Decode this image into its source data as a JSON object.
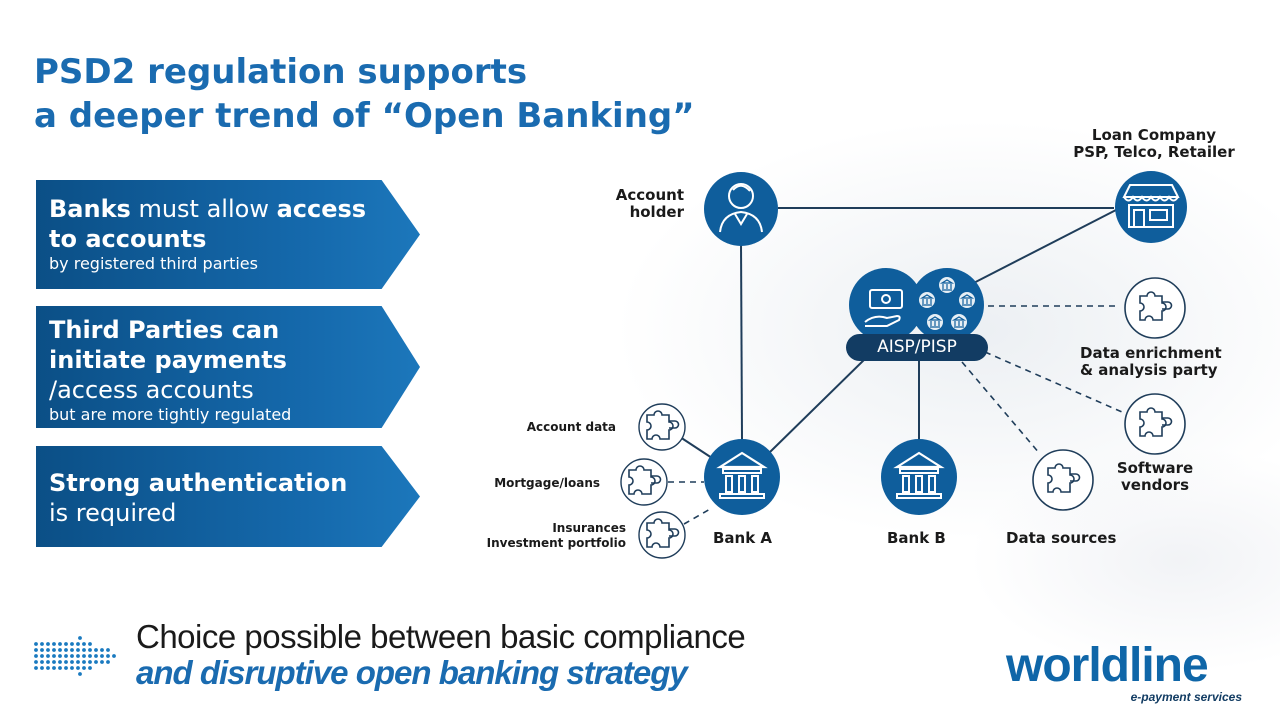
{
  "title": {
    "line1": "PSD2 regulation supports",
    "line2": "a deeper trend of “Open Banking”"
  },
  "cards": {
    "card1": {
      "part1": "Banks",
      "part2": " must allow ",
      "part3": "access",
      "line2": "to accounts",
      "sub": "by registered third parties"
    },
    "card2": {
      "line1": "Third Parties can",
      "line2": "initiate payments",
      "line3": "/access accounts",
      "sub": "but are more tightly regulated"
    },
    "card3": {
      "line1": "Strong authentication",
      "line2": "is required"
    }
  },
  "diagram": {
    "account_holder": {
      "line1": "Account",
      "line2": "holder"
    },
    "loan_company": {
      "line1": "Loan Company",
      "line2": "PSP, Telco, Retailer"
    },
    "aisp_pisp": "AISP/PISP",
    "data_enrichment": {
      "line1": "Data enrichment",
      "line2": "& analysis party"
    },
    "software_vendors": {
      "line1": "Software",
      "line2": "vendors"
    },
    "account_data": "Account data",
    "mortgage_loans": "Mortgage/loans",
    "insurances": {
      "line1": "Insurances",
      "line2": "Investment portfolio"
    },
    "bank_a": "Bank A",
    "bank_b": "Bank B",
    "data_sources": "Data sources",
    "colors": {
      "node": "#0f5e9c",
      "line": "#1f3d5a",
      "pill": "#123c63"
    }
  },
  "tagline": {
    "line1": "Choice possible between basic compliance",
    "line2": "and disruptive open banking strategy"
  },
  "logo": {
    "word": "worldline",
    "sub": "e-payment services"
  }
}
